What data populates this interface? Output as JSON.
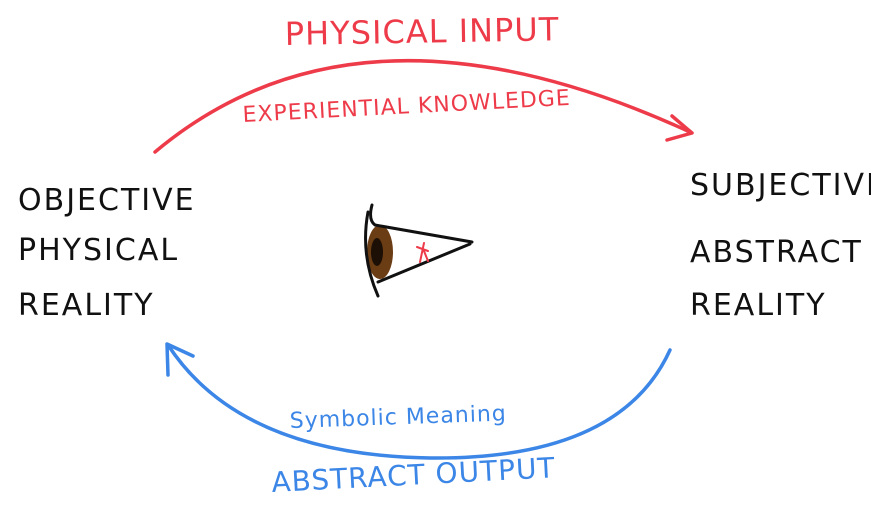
{
  "colors": {
    "input_arc": "#ee3b4a",
    "output_arc": "#3b86e6",
    "text": "#111111",
    "iris": "#6b3d14",
    "pupil": "#1c0f05"
  },
  "left_node": {
    "lines": [
      "OBJECTIVE",
      "PHYSICAL",
      "REALITY"
    ]
  },
  "right_node": {
    "lines": [
      "SUBJECTIVE",
      "ABSTRACT",
      "REALITY"
    ]
  },
  "top_arc": {
    "title": "PHYSICAL INPUT",
    "subtitle": "EXPERIENTIAL KNOWLEDGE"
  },
  "bottom_arc": {
    "subtitle": "Symbolic Meaning",
    "title": "ABSTRACT OUTPUT"
  },
  "center_icon": "eye-icon"
}
